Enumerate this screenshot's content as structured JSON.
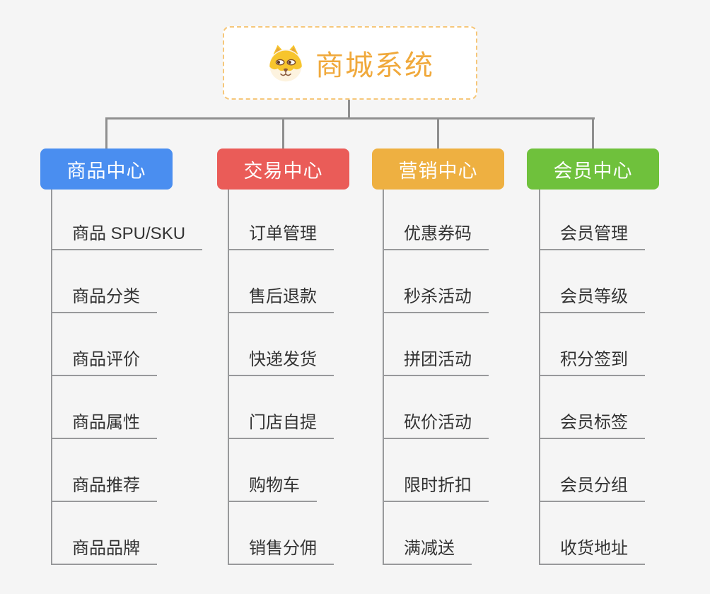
{
  "root": {
    "title": "商城系统",
    "icon": "dog-face-icon"
  },
  "branches": [
    {
      "label": "商品中心",
      "color": "#4a8ef0",
      "items": [
        "商品 SPU/SKU",
        "商品分类",
        "商品评价",
        "商品属性",
        "商品推荐",
        "商品品牌"
      ]
    },
    {
      "label": "交易中心",
      "color": "#ea5c58",
      "items": [
        "订单管理",
        "售后退款",
        "快递发货",
        "门店自提",
        "购物车",
        "销售分佣"
      ]
    },
    {
      "label": "营销中心",
      "color": "#eeb041",
      "items": [
        "优惠券码",
        "秒杀活动",
        "拼团活动",
        "砍价活动",
        "限时折扣",
        "满减送"
      ]
    },
    {
      "label": "会员中心",
      "color": "#6fc13c",
      "items": [
        "会员管理",
        "会员等级",
        "积分签到",
        "会员标签",
        "会员分组",
        "收货地址"
      ]
    }
  ],
  "colors": {
    "background": "#f5f5f5",
    "root_text": "#f0a93c",
    "root_border": "#f6c77a",
    "connector": "#8f8f8f",
    "leaf_line": "#98999b",
    "leaf_text": "#333333"
  }
}
